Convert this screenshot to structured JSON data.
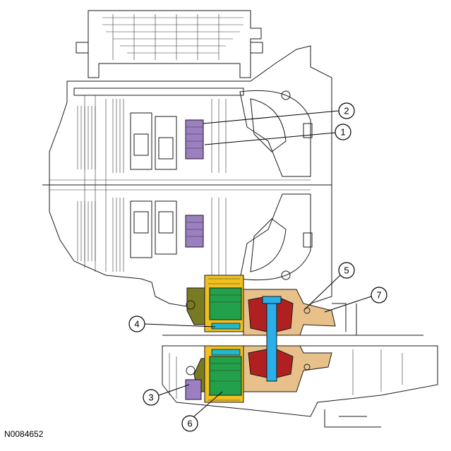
{
  "figure_id": "N0084652",
  "callouts": [
    "1",
    "2",
    "3",
    "4",
    "5",
    "6",
    "7"
  ],
  "colors": {
    "line": "#1a1a1a",
    "purple_component": "#9b7fc1",
    "green_component": "#22a04a",
    "yellow_component": "#f0c020",
    "tan_component": "#e8c08a",
    "olive_component": "#7a7a22",
    "red_component": "#b02020",
    "blue_shaft": "#2ab0e8"
  }
}
